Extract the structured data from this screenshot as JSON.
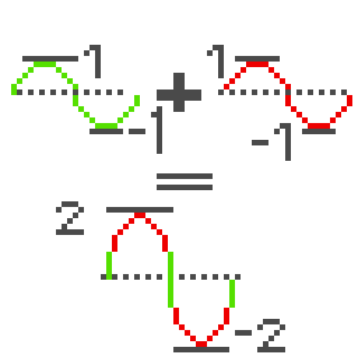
{
  "labels": {
    "w1_max": "1",
    "w1_min": "-1",
    "w2_max": "1",
    "w2_min": "-1",
    "sum_max": "2",
    "sum_min": "-2"
  },
  "colors": {
    "ink": "#4a4a4a",
    "green": "#55e000",
    "red": "#ee0000"
  },
  "operators": [
    "plus-sign",
    "equals-sign"
  ]
}
